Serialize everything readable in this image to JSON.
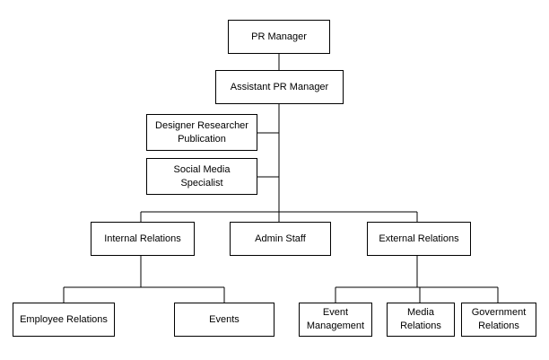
{
  "org_chart": {
    "pr_manager": "PR Manager",
    "assistant_pr_manager": "Assistant PR Manager",
    "designer_researcher_publication": "Designer Researcher\nPublication",
    "social_media_specialist": "Social Media\nSpecialist",
    "internal_relations": "Internal Relations",
    "admin_staff": "Admin Staff",
    "external_relations": "External Relations",
    "employee_relations": "Employee Relations",
    "events": "Events",
    "event_management": "Event\nManagement",
    "media_relations": "Media\nRelations",
    "government_relations": "Government\nRelations"
  }
}
